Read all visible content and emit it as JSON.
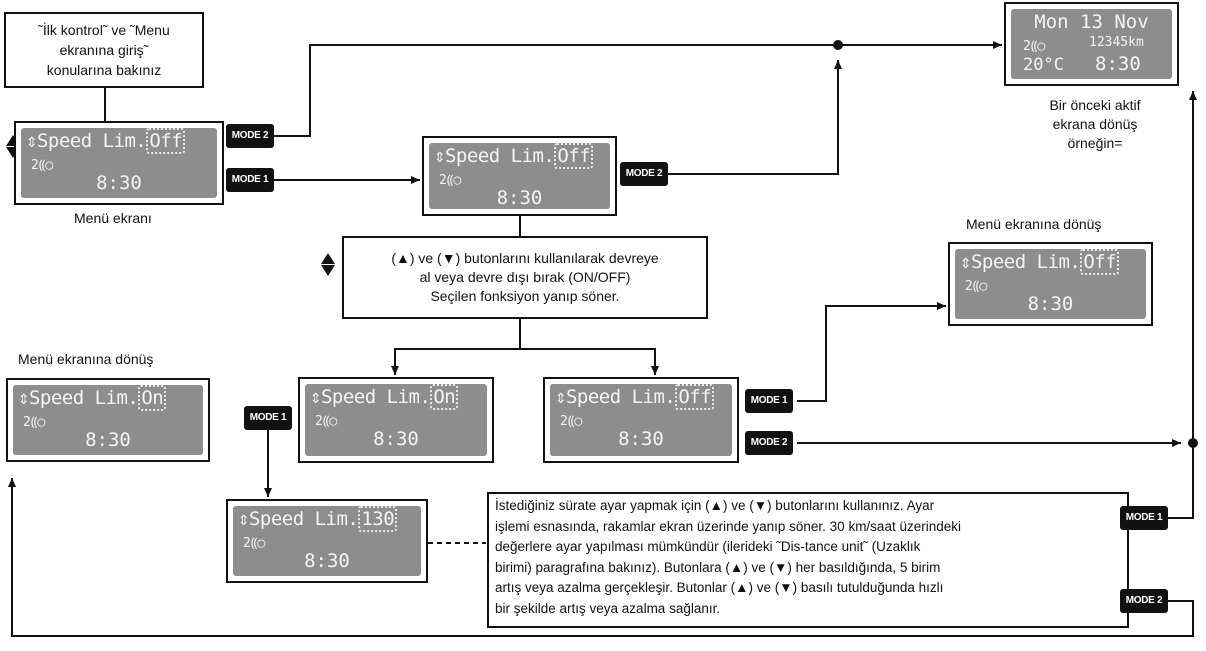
{
  "top_note": {
    "line1": "˜İlk kontrol˜ ve ˜Menu",
    "line2": "ekranına giriş˜",
    "line3": "konularına bakınız"
  },
  "screens": {
    "menu": {
      "title": "⇕Speed Lim.",
      "value": "Off",
      "status": "2⸨◯",
      "time": "8:30"
    },
    "step2": {
      "title": "⇕Speed Lim.",
      "value": "Off",
      "status": "2⸨◯",
      "time": "8:30"
    },
    "previous": {
      "date": "Mon 13 Nov",
      "status": "2⸨◯",
      "odo": "12345km",
      "temp": "20°C",
      "time": "8:30"
    },
    "return_top": {
      "title": "⇕Speed Lim.",
      "value": "Off",
      "status": "2⸨◯",
      "time": "8:30"
    },
    "return_left": {
      "title": "⇕Speed Lim.",
      "value": "On",
      "status": "2⸨◯",
      "time": "8:30"
    },
    "on_option": {
      "title": "⇕Speed Lim.",
      "value": "On",
      "status": "2⸨◯",
      "time": "8:30"
    },
    "off_option": {
      "title": "⇕Speed Lim.",
      "value": "Off",
      "status": "2⸨◯",
      "time": "8:30"
    },
    "speed_set": {
      "title": "⇕Speed Lim.",
      "value": "130",
      "status": "2⸨◯",
      "time": "8:30"
    }
  },
  "labels": {
    "menu_caption": "Menü ekranı",
    "previous_caption_1": "Bir önceki aktif",
    "previous_caption_2": "ekrana dönüş",
    "previous_caption_3": "örneğin=",
    "return_top_caption": "Menü ekranına dönüş",
    "return_left_caption": "Menü ekranına dönüş"
  },
  "toggle_note": {
    "line1": "(▲) ve (▼) butonlarını kullanılarak devreye",
    "line2": "al veya devre dışı bırak (ON/OFF)",
    "line3": "Seçilen fonksiyon yanıp söner."
  },
  "speed_note": {
    "line1": "İstediğiniz sürate ayar yapmak için (▲) ve (▼) butonlarını kullanınız. Ayar",
    "line2": "işlemi esnasında, rakamlar ekran üzerinde yanıp söner. 30 km/saat üzerindeki",
    "line3": "değerlere ayar yapılması mümkündür (ilerideki ˜Dis-tance unit˜ (Uzaklık",
    "line4": "birimi) paragrafına bakınız). Butonlara (▲) ve (▼) her basıldığında, 5 birim",
    "line5": "artış veya azalma gerçekleşir. Butonlar (▲) ve (▼) basılı tutulduğunda hızlı",
    "line6": "bir şekilde artış veya azalma sağlanır."
  },
  "buttons": {
    "mode1": "MODE 1",
    "mode2": "MODE 2"
  },
  "colors": {
    "lcd_background": "#8d8d8d",
    "lcd_text": "#f4f4f4",
    "ink": "#111111"
  }
}
